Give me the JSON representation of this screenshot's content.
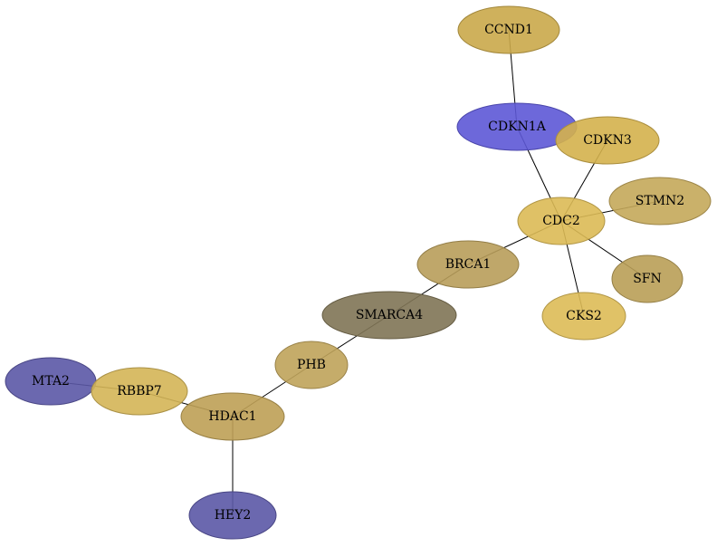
{
  "nodes": [
    {
      "id": "CCND1",
      "label": "CCND1",
      "color": "#caa94a"
    },
    {
      "id": "CDKN1A",
      "label": "CDKN1A",
      "color": "#5d58d6"
    },
    {
      "id": "CDKN3",
      "label": "CDKN3",
      "color": "#d4b14d"
    },
    {
      "id": "STMN2",
      "label": "STMN2",
      "color": "#c4a85a"
    },
    {
      "id": "CDC2",
      "label": "CDC2",
      "color": "#dcba55"
    },
    {
      "id": "BRCA1",
      "label": "BRCA1",
      "color": "#b89d5a"
    },
    {
      "id": "SFN",
      "label": "SFN",
      "color": "#b99f57"
    },
    {
      "id": "CKS2",
      "label": "CKS2",
      "color": "#ddbb57"
    },
    {
      "id": "SMARCA4",
      "label": "SMARCA4",
      "color": "#7f7455"
    },
    {
      "id": "PHB",
      "label": "PHB",
      "color": "#bfa35a"
    },
    {
      "id": "MTA2",
      "label": "MTA2",
      "color": "#5b58a6"
    },
    {
      "id": "RBBP7",
      "label": "RBBP7",
      "color": "#d4b557"
    },
    {
      "id": "HDAC1",
      "label": "HDAC1",
      "color": "#bea055"
    },
    {
      "id": "HEY2",
      "label": "HEY2",
      "color": "#5b58a6"
    }
  ],
  "edges": [
    {
      "source": "CCND1",
      "target": "CDKN1A"
    },
    {
      "source": "CDKN1A",
      "target": "CDC2"
    },
    {
      "source": "CDKN3",
      "target": "CDC2"
    },
    {
      "source": "STMN2",
      "target": "CDC2"
    },
    {
      "source": "CDC2",
      "target": "BRCA1"
    },
    {
      "source": "CDC2",
      "target": "SFN"
    },
    {
      "source": "CDC2",
      "target": "CKS2"
    },
    {
      "source": "BRCA1",
      "target": "SMARCA4"
    },
    {
      "source": "SMARCA4",
      "target": "PHB"
    },
    {
      "source": "PHB",
      "target": "HDAC1"
    },
    {
      "source": "MTA2",
      "target": "RBBP7"
    },
    {
      "source": "RBBP7",
      "target": "HDAC1"
    },
    {
      "source": "HDAC1",
      "target": "HEY2"
    }
  ]
}
